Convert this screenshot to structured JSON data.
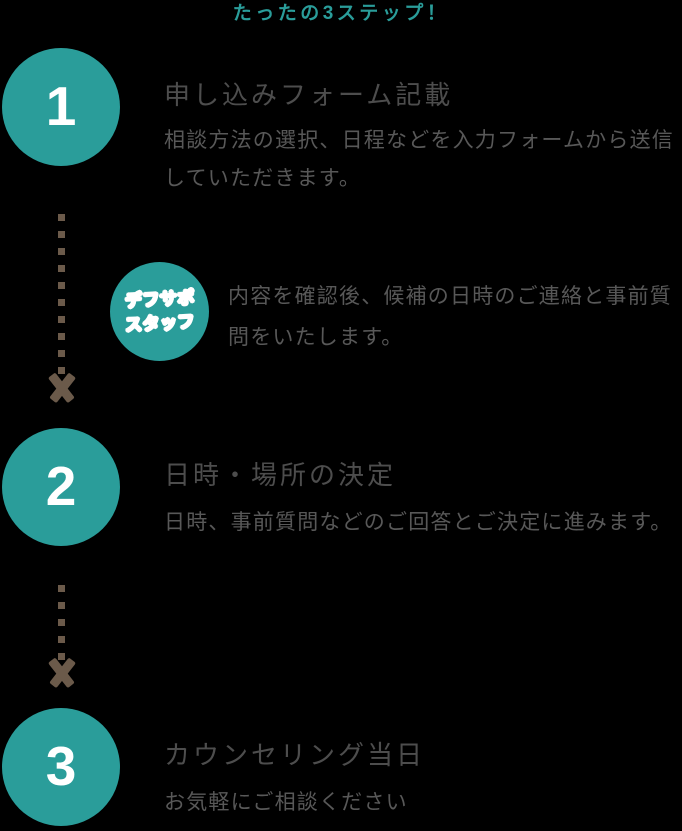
{
  "header": {
    "title": "たったの3ステップ！",
    "accent_color": "#2a9d9a"
  },
  "colors": {
    "background": "#000000",
    "circle_teal": "#2a9d9a",
    "number_white": "#ffffff",
    "heading_gray": "#4d4d4d",
    "body_gray": "#585858",
    "arrow_brown": "#6b5a4a"
  },
  "steps": [
    {
      "number": "1",
      "heading": "申し込みフォーム記載",
      "body": "相談方法の選択、日程などを入力フォームから送信していただきます。"
    },
    {
      "number": "2",
      "heading": "日時・場所の決定",
      "body": "日時、事前質問などのご回答とご決定に進みます。"
    },
    {
      "number": "3",
      "heading": "カウンセリング当日",
      "body": "お気軽にご相談ください"
    }
  ],
  "staff_note": {
    "badge_line1": "デフサポ",
    "badge_line2": "スタッフ",
    "text": "内容を確認後、候補の日時のご連絡と事前質問をいたします。"
  }
}
